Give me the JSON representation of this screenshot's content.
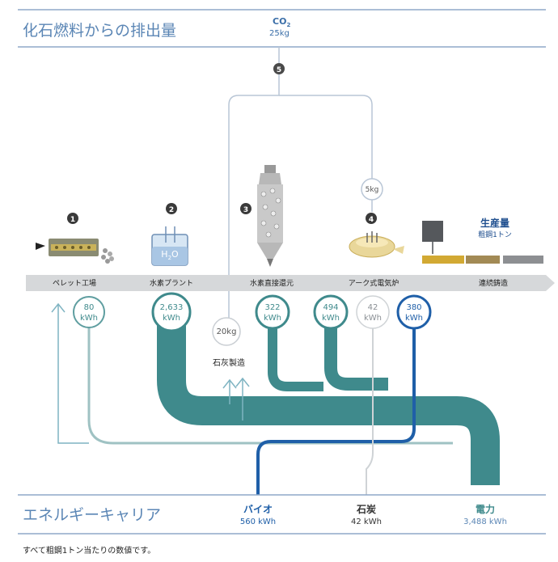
{
  "header": {
    "title": "化石燃料からの排出量",
    "co2_label": "CO",
    "co2_sub": "2",
    "co2_value": "25kg"
  },
  "process": {
    "emission_step": "5",
    "steps": [
      {
        "num": "1",
        "label": "ペレット工場"
      },
      {
        "num": "2",
        "label": "水素プラント"
      },
      {
        "num": "3",
        "label": "水素直接還元"
      },
      {
        "num": "4",
        "label": "アーク式電気炉"
      },
      {
        "num": "",
        "label": "連続鋳造"
      }
    ],
    "production": {
      "title": "生産量",
      "subtitle": "粗鋼1トン"
    },
    "h2o_label": "H",
    "h2o_sub": "2",
    "h2o_tail": "O",
    "lime": {
      "value": "20kg",
      "label": "石灰製造"
    },
    "eaf_emission": "5kg"
  },
  "energy_nodes": [
    {
      "value": "80",
      "unit": "kWh"
    },
    {
      "value": "2,633",
      "unit": "kWh"
    },
    {
      "value": "322",
      "unit": "kWh"
    },
    {
      "value": "494",
      "unit": "kWh"
    },
    {
      "value": "42",
      "unit": "kWh"
    },
    {
      "value": "380",
      "unit": "kWh"
    }
  ],
  "carriers": {
    "title": "エネルギーキャリア",
    "items": [
      {
        "name": "バイオ",
        "value": "560 kWh",
        "color": "#1f5fa8"
      },
      {
        "name": "石炭",
        "value": "42 kWh",
        "color": "#333333"
      },
      {
        "name": "電力",
        "value": "3,488 kWh",
        "color": "#3f8a8c"
      }
    ]
  },
  "footnote": "すべて粗鋼1トン当たりの数値です。",
  "colors": {
    "teal": "#3f8a8c",
    "blue": "#1f5fa8",
    "header": "#5b86b5",
    "line": "#8fa8c8",
    "arrow": "#d4d6d8"
  }
}
